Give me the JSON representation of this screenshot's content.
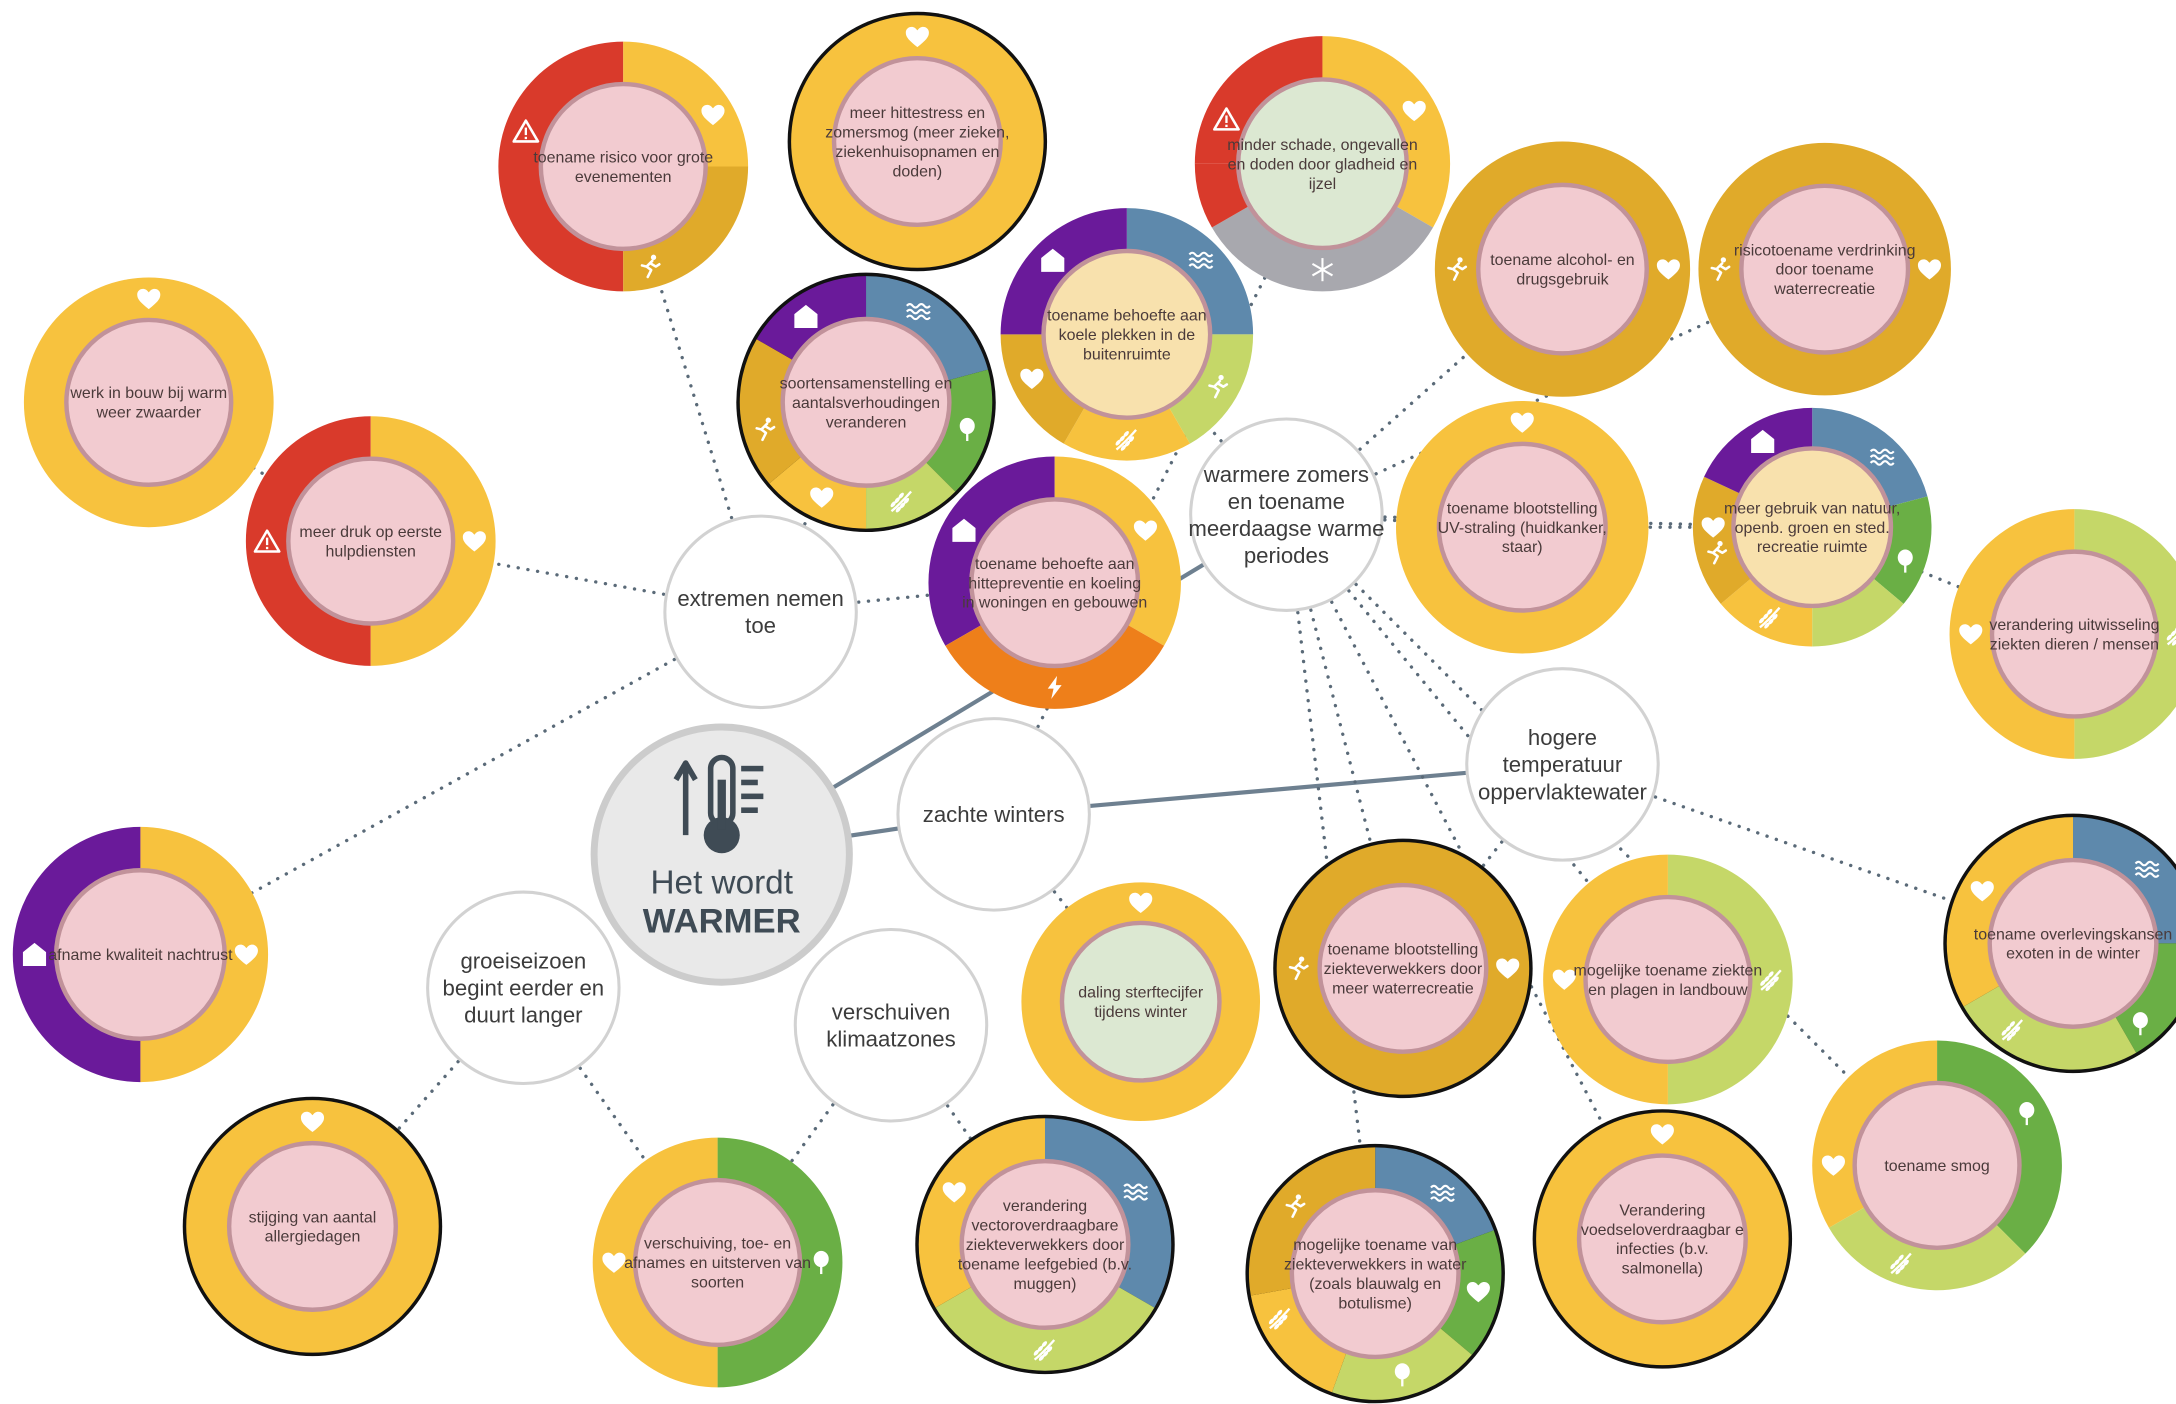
{
  "colors": {
    "yellow": "#F7C23E",
    "darkyellow": "#E0AA2A",
    "red": "#D93A2B",
    "purple": "#6A1A9A",
    "blue": "#5E89AC",
    "lightgreen": "#C5D768",
    "green": "#6AAF45",
    "orange": "#EE7F1A",
    "gray": "#A8A8AE",
    "pink": "#F2CBD0",
    "pinkborder": "#C1929A",
    "peach": "#F8E1AD",
    "mint": "#DCE8D2",
    "line": "#6E8090"
  },
  "center": {
    "line1": "Het wordt",
    "line2": "WARMER",
    "icon": "thermometer-rising-icon"
  },
  "factors": [
    {
      "id": "f-extremen",
      "label": "extremen nemen toe"
    },
    {
      "id": "f-zomers",
      "label": "warmere zomers en toename meerdaagse warme periodes"
    },
    {
      "id": "f-winters",
      "label": "zachte winters"
    },
    {
      "id": "f-water",
      "label": "hogere temperatuur oppervlaktewater"
    },
    {
      "id": "f-groeiseizoen",
      "label": "groeiseizoen begint eerder en duurt langer"
    },
    {
      "id": "f-klimaatzones",
      "label": "verschuiven klimaatzones"
    }
  ],
  "effects": [
    {
      "id": "e-evenementen",
      "label": "toename risico voor grote evenementen",
      "icons": [
        "warning-icon",
        "heart-icon",
        "recreation-icon"
      ]
    },
    {
      "id": "e-hittestress",
      "label": "meer hittestress en zomersmog (meer zieken, ziekenhuisopnamen en doden)",
      "icons": [
        "heart-icon"
      ]
    },
    {
      "id": "e-gladheid",
      "label": "minder schade, ongevallen en doden door gladheid en ijzel",
      "icons": [
        "warning-icon",
        "heart-icon",
        "snowflake-icon"
      ]
    },
    {
      "id": "e-alcohol",
      "label": "toename alcohol- en drugsgebruik",
      "icons": [
        "recreation-icon",
        "heart-icon"
      ]
    },
    {
      "id": "e-verdrinking",
      "label": "risicotoename verdrinking door toename waterrecreatie",
      "icons": [
        "recreation-icon",
        "heart-icon"
      ]
    },
    {
      "id": "e-bouw",
      "label": "werk in bouw bij warm weer zwaarder",
      "icons": [
        "heart-icon"
      ]
    },
    {
      "id": "e-koeleplekken",
      "label": "toename behoefte aan koele plekken in de buitenruimte",
      "icons": [
        "house-icon",
        "water-icon",
        "recreation-icon",
        "agriculture-icon",
        "heart-icon"
      ]
    },
    {
      "id": "e-soorten",
      "label": "soortensamenstelling en aantalsverhoudingen veranderen",
      "icons": [
        "house-icon",
        "water-icon",
        "tree-icon",
        "agriculture-icon",
        "heart-icon",
        "recreation-icon"
      ]
    },
    {
      "id": "e-hulpdiensten",
      "label": "meer druk op eerste hulpdiensten",
      "icons": [
        "warning-icon",
        "heart-icon"
      ]
    },
    {
      "id": "e-hittepreventie",
      "label": "toename behoefte aan hittepreventie en koeling in woningen en gebouwen",
      "icons": [
        "house-icon",
        "heart-icon",
        "energy-icon"
      ]
    },
    {
      "id": "e-uvstraling",
      "label": "toename blootstelling UV-straling (huidkanker, staar)",
      "icons": [
        "heart-icon"
      ]
    },
    {
      "id": "e-natuurgebruik",
      "label": "meer gebruik van natuur, openb. groen en sted. recreatie ruimte",
      "icons": [
        "house-icon",
        "water-icon",
        "tree-icon",
        "agriculture-icon",
        "heart-icon",
        "recreation-icon"
      ]
    },
    {
      "id": "e-uitwisseling",
      "label": "verandering uitwisseling ziekten dieren / mensen",
      "icons": [
        "heart-icon",
        "agriculture-icon"
      ]
    },
    {
      "id": "e-nachtrust",
      "label": "afname kwaliteit nachtrust",
      "icons": [
        "house-icon",
        "heart-icon"
      ]
    },
    {
      "id": "e-sterftecijfer",
      "label": "daling sterftecijfer tijdens winter",
      "icons": [
        "heart-icon"
      ]
    },
    {
      "id": "e-ziekteverwekkers-recreatie",
      "label": "toename blootstelling ziekteverwekkers door meer waterrecreatie",
      "icons": [
        "recreation-icon",
        "heart-icon"
      ]
    },
    {
      "id": "e-landbouw",
      "label": "mogelijke toename ziekten en plagen in landbouw",
      "icons": [
        "heart-icon",
        "agriculture-icon"
      ]
    },
    {
      "id": "e-exoten",
      "label": "toename overlevingskansen exoten in de winter",
      "icons": [
        "heart-icon",
        "water-icon",
        "tree-icon",
        "agriculture-icon"
      ]
    },
    {
      "id": "e-allergiedagen",
      "label": "stijging van aantal allergiedagen",
      "icons": [
        "heart-icon"
      ]
    },
    {
      "id": "e-verschuiving",
      "label": "verschuiving, toe- en afnames en uitsterven van soorten",
      "icons": [
        "heart-icon",
        "tree-icon"
      ]
    },
    {
      "id": "e-vectoren",
      "label": "verandering vectoroverdraagbare ziekteverwekkers door toename leefgebied (b.v. muggen)",
      "icons": [
        "heart-icon",
        "water-icon",
        "agriculture-icon"
      ]
    },
    {
      "id": "e-water-ziekten",
      "label": "mogelijke toename van ziekteverwekkers in water (zoals blauwalg en botulisme)",
      "icons": [
        "recreation-icon",
        "water-icon",
        "heart-icon",
        "tree-icon",
        "agriculture-icon"
      ]
    },
    {
      "id": "e-voedsel",
      "label": "Verandering voedseloverdraagbar e infecties (b.v. salmonella)",
      "icons": [
        "heart-icon"
      ]
    },
    {
      "id": "e-smog",
      "label": "toename smog",
      "icons": [
        "heart-icon",
        "tree-icon",
        "agriculture-icon"
      ]
    }
  ]
}
